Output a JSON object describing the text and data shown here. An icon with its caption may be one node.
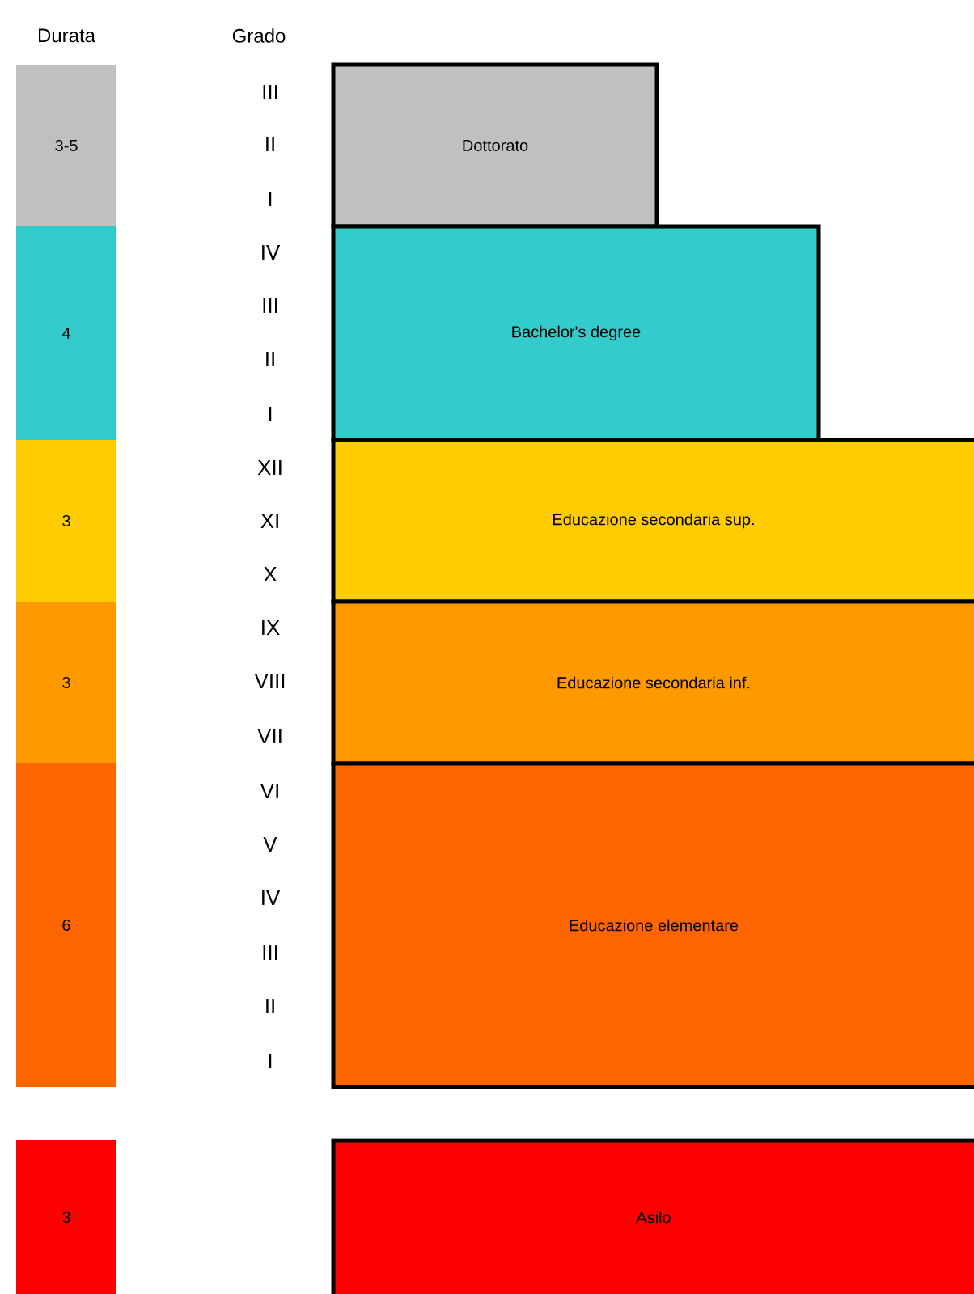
{
  "diagram": {
    "nodes": [
      {
        "text": [
          "3-5"
        ]
      },
      {
        "text": [
          "Dottorato"
        ]
      },
      {
        "text": [
          "4"
        ]
      },
      {
        "text": [
          "Bachelor's degree"
        ]
      },
      {
        "text": [
          "3"
        ]
      },
      {
        "text": [
          "Educazione secondaria sup."
        ]
      },
      {
        "text": [
          "3"
        ]
      },
      {
        "text": [
          "Educazione secondaria inf."
        ]
      },
      {
        "text": [
          "6"
        ]
      },
      {
        "text": [
          "Educazione elementare"
        ]
      },
      {
        "text": [
          "3"
        ]
      },
      {
        "text": [
          "Asilo"
        ]
      }
    ],
    "labels": [
      "Durata",
      "Grado",
      "III",
      "II",
      "I",
      "IV",
      "III",
      "II",
      "I",
      "XII",
      "XI",
      "X",
      "IX",
      "VIII",
      "VII",
      "VI",
      "V",
      "IV",
      "III",
      "II",
      "I"
    ]
  }
}
